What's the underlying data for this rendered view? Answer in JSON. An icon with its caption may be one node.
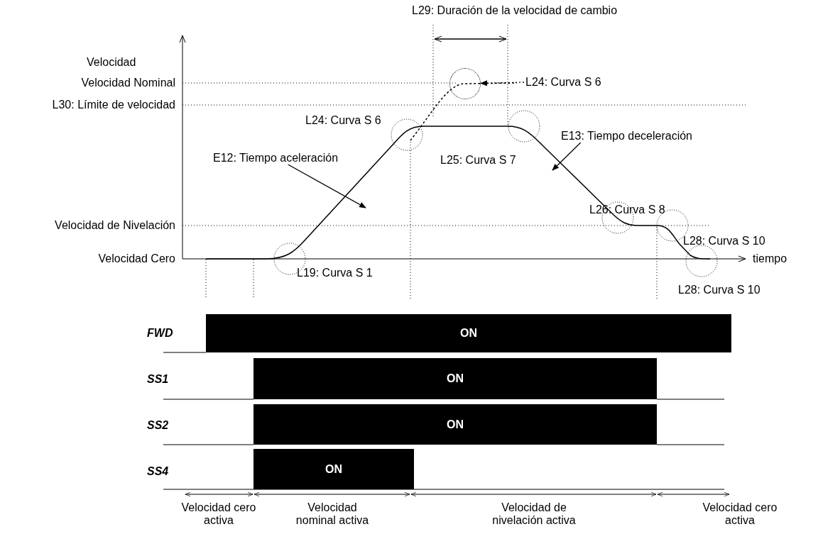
{
  "diagram": {
    "nodes": [
      {
        "text": [
          "E12: Tiempo aceleración"
        ]
      },
      {
        "text": [
          "E13: Tiempo deceleración"
        ]
      },
      {
        "text": [
          "L24: Curva S 6"
        ]
      },
      {
        "text": [],
        "shape": "circle"
      },
      {
        "text": [
          "ON"
        ]
      },
      {
        "text": [
          "ON"
        ]
      },
      {
        "text": [
          "ON"
        ]
      },
      {
        "text": [
          "ON"
        ]
      }
    ],
    "edges": [
      {
        "from": 0,
        "to": null,
        "arrow": "to"
      },
      {
        "from": 1,
        "to": null,
        "arrow": "to"
      },
      {
        "from": 2,
        "to": 3,
        "arrow": "to",
        "style": "dashed"
      }
    ],
    "labels": [
      "L29: Duración de la velocidad de cambio",
      "Velocidad",
      "Velocidad Nominal",
      "L30: Límite de velocidad",
      "L24: Curva S 6",
      "L25: Curva S 7",
      "Velocidad de Nivelación",
      "L26: Curva S 8",
      "L28: Curva S 10",
      "Velocidad Cero",
      "tiempo",
      "L19: Curva S 1",
      "L28: Curva S 10",
      "FWD",
      "SS1",
      "SS2",
      "SS4",
      "Velocidad cero activa",
      "Velocidad nominal activa",
      "Velocidad de nivelación activa",
      "Velocidad cero activa"
    ]
  }
}
